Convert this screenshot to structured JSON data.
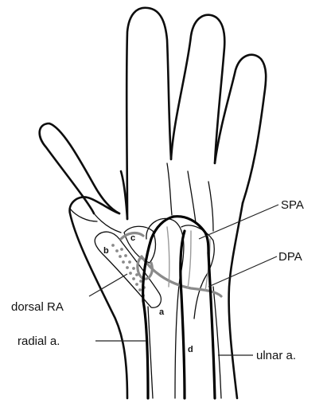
{
  "labels": {
    "spa": "SPA",
    "dpa": "DPA",
    "dorsal_ra": "dorsal RA",
    "radial": "radial a.",
    "ulnar": "ulnar a.",
    "b": "b",
    "c": "c",
    "a": "a",
    "d": "d"
  },
  "colors": {
    "outline": "#0d0d0d",
    "artery_dark": "#000000",
    "artery_gray": "#8a8a8a",
    "background": "#ffffff"
  }
}
